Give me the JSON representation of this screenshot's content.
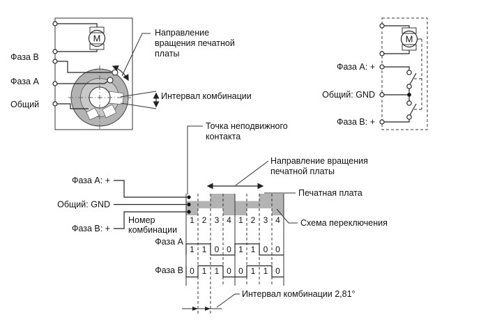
{
  "colors": {
    "line": "#222222",
    "track_gray": "#b3b3b3",
    "ring_gray": "#c9c9c9"
  },
  "left_circuit": {
    "motor": "M",
    "labels": {
      "phase_b": "Фаза B",
      "phase_a": "Фаза A",
      "common": "Общий"
    }
  },
  "right_circuit": {
    "motor": "M",
    "labels": {
      "phase_a": "Фаза A: +",
      "common": "Общий: GND",
      "phase_b": "Фаза B: +"
    }
  },
  "ann": {
    "rot_top": [
      "Направление",
      "вращения печатной",
      "платы"
    ],
    "interval_top": "Интервал комбинации",
    "fixed_point": [
      "Точка неподвижного",
      "контакта"
    ],
    "rot_bottom": [
      "Направление вращения",
      "печатной платы"
    ],
    "pcb": "Печатная плата",
    "pattern": "Схема переключения",
    "interval_bottom": "Интервал комбинации 2,81°"
  },
  "timing": {
    "inputs": {
      "phase_a": "Фаза A: +",
      "common": "Общий: GND",
      "phase_b": "Фаза B: +"
    },
    "combo_label": [
      "Номер",
      "комбинации"
    ],
    "row_a_label": "Фаза A",
    "row_b_label": "Фаза B",
    "combo_numbers": [
      "1",
      "2",
      "3",
      "4",
      "1",
      "2",
      "3",
      "4"
    ],
    "phase_a_values": [
      "1",
      "1",
      "0",
      "0",
      "1",
      "1",
      "0",
      "0"
    ],
    "phase_b_values": [
      "0",
      "1",
      "1",
      "0",
      "0",
      "1",
      "1",
      "0"
    ]
  }
}
